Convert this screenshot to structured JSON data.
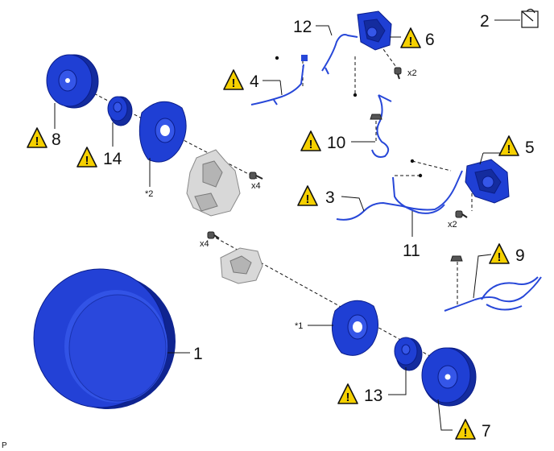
{
  "parts": [
    {
      "id": "p1",
      "label": "1",
      "warning": false
    },
    {
      "id": "p2",
      "label": "2",
      "warning": false
    },
    {
      "id": "p3",
      "label": "3",
      "warning": true
    },
    {
      "id": "p4",
      "label": "4",
      "warning": true
    },
    {
      "id": "p5",
      "label": "5",
      "warning": true
    },
    {
      "id": "p6",
      "label": "6",
      "warning": true
    },
    {
      "id": "p7",
      "label": "7",
      "warning": true
    },
    {
      "id": "p8",
      "label": "8",
      "warning": true
    },
    {
      "id": "p9",
      "label": "9",
      "warning": true
    },
    {
      "id": "p10",
      "label": "10",
      "warning": true
    },
    {
      "id": "p11",
      "label": "11",
      "warning": false
    },
    {
      "id": "p12",
      "label": "12",
      "warning": false
    },
    {
      "id": "p13",
      "label": "13",
      "warning": true
    },
    {
      "id": "p14",
      "label": "14",
      "warning": true
    }
  ],
  "quantities": {
    "x2_caliper_front": "x2",
    "x2_caliper_rear": "x2",
    "x4_upper": "x4",
    "x4_lower": "x4"
  },
  "notes": {
    "note2": "*2",
    "note1": "*1"
  },
  "corner_mark": "P",
  "warning_symbol": "!",
  "colors": {
    "part_blue": "#1f3fd4",
    "warning_yellow": "#f5d000",
    "knuckle_grey": "#d8d8d8"
  }
}
